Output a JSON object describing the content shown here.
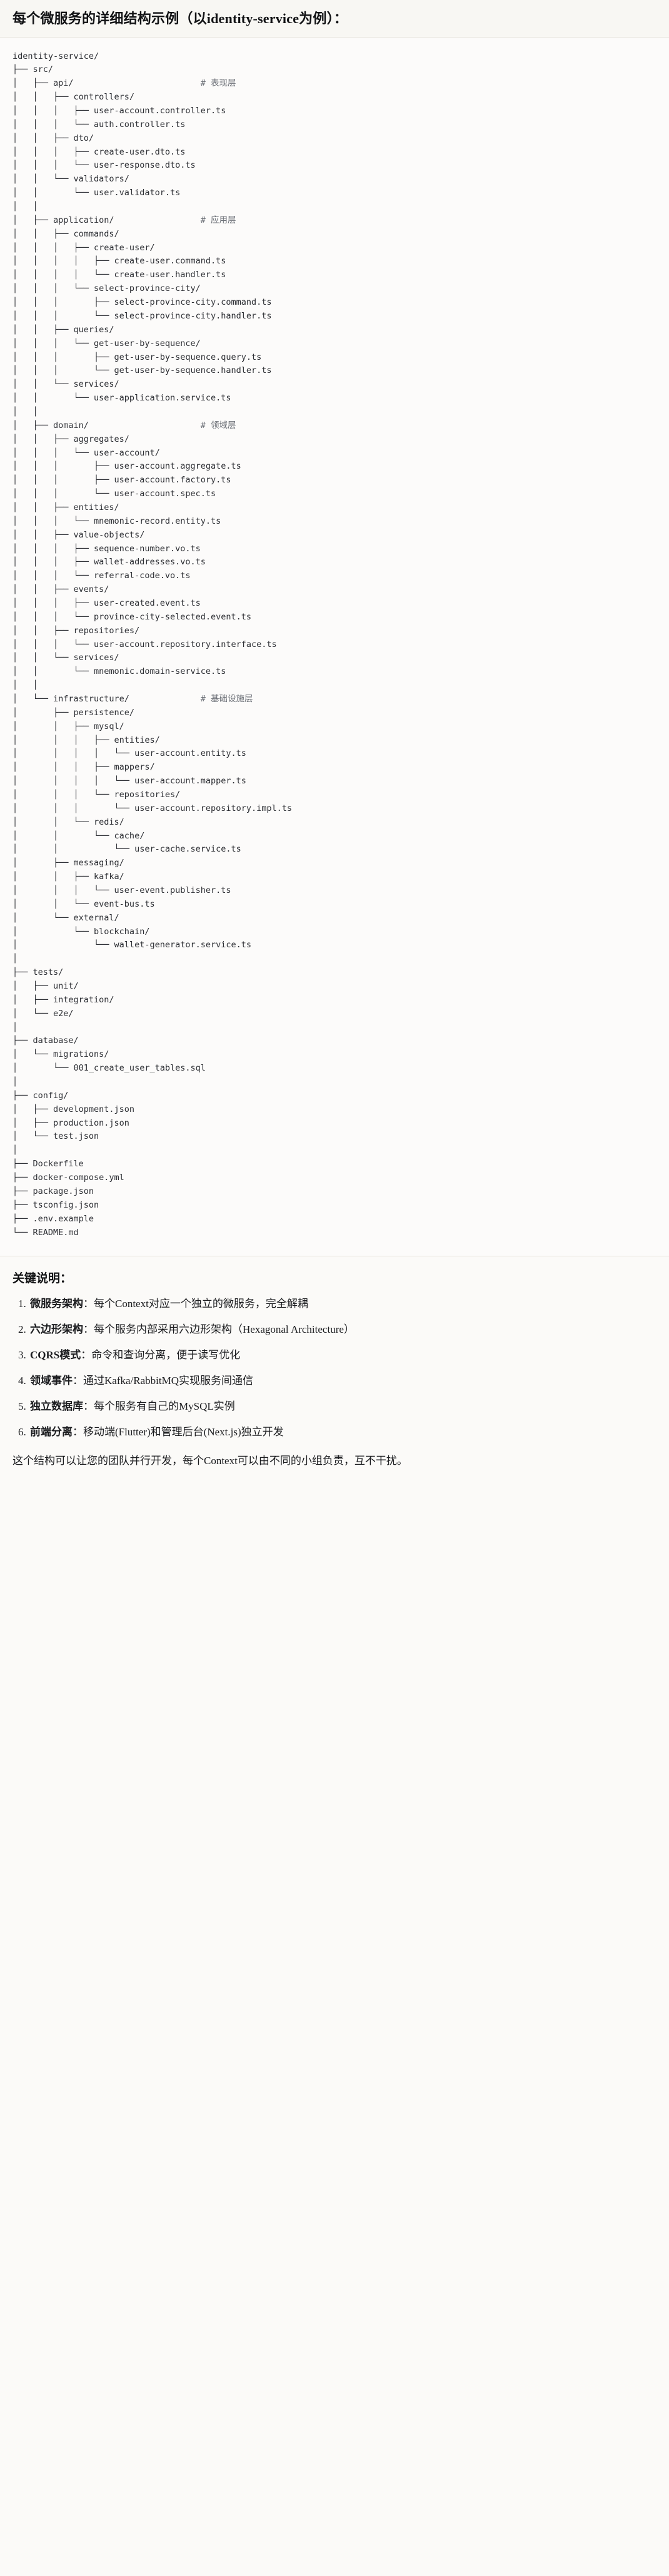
{
  "header": {
    "title": "每个微服务的详细结构示例（以identity-service为例）："
  },
  "tree": {
    "lines": [
      "identity-service/",
      "├── src/",
      "│   ├── api/                         # 表现层",
      "│   │   ├── controllers/",
      "│   │   │   ├── user-account.controller.ts",
      "│   │   │   └── auth.controller.ts",
      "│   │   ├── dto/",
      "│   │   │   ├── create-user.dto.ts",
      "│   │   │   └── user-response.dto.ts",
      "│   │   └── validators/",
      "│   │       └── user.validator.ts",
      "│   │",
      "│   ├── application/                 # 应用层",
      "│   │   ├── commands/",
      "│   │   │   ├── create-user/",
      "│   │   │   │   ├── create-user.command.ts",
      "│   │   │   │   └── create-user.handler.ts",
      "│   │   │   └── select-province-city/",
      "│   │   │       ├── select-province-city.command.ts",
      "│   │   │       └── select-province-city.handler.ts",
      "│   │   ├── queries/",
      "│   │   │   └── get-user-by-sequence/",
      "│   │   │       ├── get-user-by-sequence.query.ts",
      "│   │   │       └── get-user-by-sequence.handler.ts",
      "│   │   └── services/",
      "│   │       └── user-application.service.ts",
      "│   │",
      "│   ├── domain/                      # 领域层",
      "│   │   ├── aggregates/",
      "│   │   │   └── user-account/",
      "│   │   │       ├── user-account.aggregate.ts",
      "│   │   │       ├── user-account.factory.ts",
      "│   │   │       └── user-account.spec.ts",
      "│   │   ├── entities/",
      "│   │   │   └── mnemonic-record.entity.ts",
      "│   │   ├── value-objects/",
      "│   │   │   ├── sequence-number.vo.ts",
      "│   │   │   ├── wallet-addresses.vo.ts",
      "│   │   │   └── referral-code.vo.ts",
      "│   │   ├── events/",
      "│   │   │   ├── user-created.event.ts",
      "│   │   │   └── province-city-selected.event.ts",
      "│   │   ├── repositories/",
      "│   │   │   └── user-account.repository.interface.ts",
      "│   │   └── services/",
      "│   │       └── mnemonic.domain-service.ts",
      "│   │",
      "│   └── infrastructure/              # 基础设施层",
      "│       ├── persistence/",
      "│       │   ├── mysql/",
      "│       │   │   ├── entities/",
      "│       │   │   │   └── user-account.entity.ts",
      "│       │   │   ├── mappers/",
      "│       │   │   │   └── user-account.mapper.ts",
      "│       │   │   └── repositories/",
      "│       │   │       └── user-account.repository.impl.ts",
      "│       │   └── redis/",
      "│       │       └── cache/",
      "│       │           └── user-cache.service.ts",
      "│       ├── messaging/",
      "│       │   ├── kafka/",
      "│       │   │   └── user-event.publisher.ts",
      "│       │   └── event-bus.ts",
      "│       └── external/",
      "│           └── blockchain/",
      "│               └── wallet-generator.service.ts",
      "│",
      "├── tests/",
      "│   ├── unit/",
      "│   ├── integration/",
      "│   └── e2e/",
      "│",
      "├── database/",
      "│   └── migrations/",
      "│       └── 001_create_user_tables.sql",
      "│",
      "├── config/",
      "│   ├── development.json",
      "│   ├── production.json",
      "│   └── test.json",
      "│",
      "├── Dockerfile",
      "├── docker-compose.yml",
      "├── package.json",
      "├── tsconfig.json",
      "├── .env.example",
      "└── README.md"
    ]
  },
  "notes": {
    "heading": "关键说明：",
    "items": [
      {
        "term": "微服务架构",
        "sep": "：",
        "text": "每个Context对应一个独立的微服务，完全解耦"
      },
      {
        "term": "六边形架构",
        "sep": "：",
        "text": "每个服务内部采用六边形架构（Hexagonal Architecture）"
      },
      {
        "term": "CQRS模式",
        "sep": "：",
        "text": "命令和查询分离，便于读写优化"
      },
      {
        "term": "领域事件",
        "sep": "：",
        "text": "通过Kafka/RabbitMQ实现服务间通信"
      },
      {
        "term": "独立数据库",
        "sep": "：",
        "text": "每个服务有自己的MySQL实例"
      },
      {
        "term": "前端分离",
        "sep": "：",
        "text": "移动端(Flutter)和管理后台(Next.js)独立开发"
      }
    ],
    "closing": "这个结构可以让您的团队并行开发，每个Context可以由不同的小组负责，互不干扰。"
  },
  "colors": {
    "page_background": "#fbfaf8",
    "header_background": "#f8f7f3",
    "code_background": "#fcfbfa",
    "border": "#e6e3dc",
    "text": "#1f2023",
    "code_text": "#2c2e33",
    "comment_text": "#6b6f76"
  }
}
